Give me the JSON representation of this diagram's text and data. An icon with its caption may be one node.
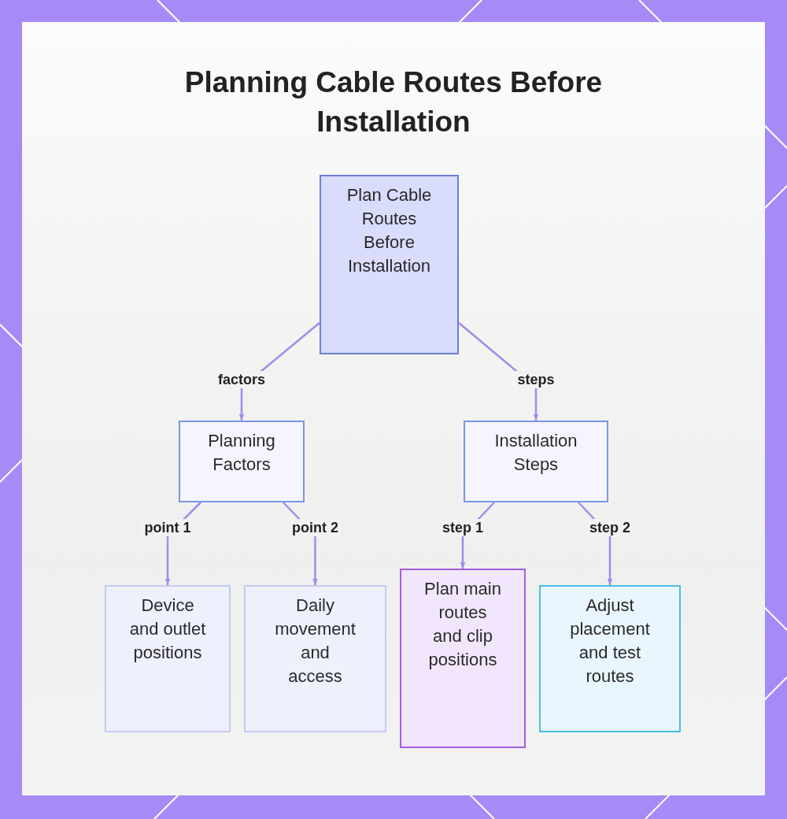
{
  "diagram": {
    "title": "Planning Cable Routes Before Installation",
    "nodes": [
      {
        "text": [
          "Plan Cable Routes Before Installation"
        ]
      },
      {
        "text": [
          "Planning Factors"
        ]
      },
      {
        "text": [
          "Installation Steps"
        ]
      },
      {
        "text": [
          "Device and outlet positions"
        ]
      },
      {
        "text": [
          "Daily movement and access"
        ]
      },
      {
        "text": [
          "Plan main routes and clip positions"
        ]
      },
      {
        "text": [
          "Adjust placement and test routes"
        ]
      }
    ],
    "edges": [
      {
        "from": 0,
        "to": 1,
        "arrow": "to",
        "label": "factors"
      },
      {
        "from": 0,
        "to": 2,
        "arrow": "to",
        "label": "steps"
      },
      {
        "from": 1,
        "to": 3,
        "arrow": "to",
        "label": "point 1"
      },
      {
        "from": 1,
        "to": 4,
        "arrow": "to",
        "label": "point 2"
      },
      {
        "from": 2,
        "to": 5,
        "arrow": "to",
        "label": "step 1"
      },
      {
        "from": 2,
        "to": 6,
        "arrow": "to",
        "label": "step 2"
      }
    ]
  }
}
